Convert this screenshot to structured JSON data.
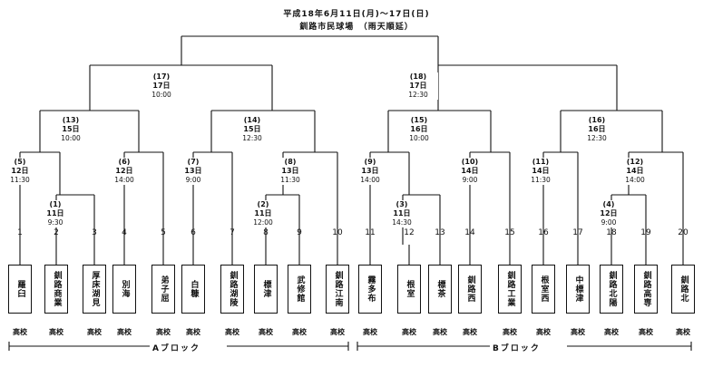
{
  "header": {
    "date_line": "平成18年6月11日(月)～17日(日)",
    "venue_line": "釧路市民球場　（雨天順延）"
  },
  "matches": [
    {
      "id": "m17",
      "no": "(17)",
      "day": "17日",
      "time": "10:00"
    },
    {
      "id": "m18",
      "no": "(18)",
      "day": "17日",
      "time": "12:30"
    },
    {
      "id": "m13",
      "no": "(13)",
      "day": "15日",
      "time": "10:00"
    },
    {
      "id": "m14",
      "no": "(14)",
      "day": "15日",
      "time": "12:30"
    },
    {
      "id": "m15",
      "no": "(15)",
      "day": "16日",
      "time": "10:00"
    },
    {
      "id": "m16",
      "no": "(16)",
      "day": "16日",
      "time": "12:30"
    },
    {
      "id": "m5",
      "no": "(5)",
      "day": "12日",
      "time": "11:30"
    },
    {
      "id": "m6",
      "no": "(6)",
      "day": "12日",
      "time": "14:00"
    },
    {
      "id": "m7",
      "no": "(7)",
      "day": "13日",
      "time": "9:00"
    },
    {
      "id": "m8",
      "no": "(8)",
      "day": "13日",
      "time": "11:30"
    },
    {
      "id": "m9",
      "no": "(9)",
      "day": "13日",
      "time": "14:00"
    },
    {
      "id": "m10",
      "no": "(10)",
      "day": "14日",
      "time": "9:00"
    },
    {
      "id": "m11",
      "no": "(11)",
      "day": "14日",
      "time": "11:30"
    },
    {
      "id": "m12",
      "no": "(12)",
      "day": "14日",
      "time": "14:00"
    },
    {
      "id": "m1",
      "no": "(1)",
      "day": "11日",
      "time": "9:30"
    },
    {
      "id": "m2",
      "no": "(2)",
      "day": "11日",
      "time": "12:00"
    },
    {
      "id": "m3",
      "no": "(3)",
      "day": "11日",
      "time": "14:30"
    },
    {
      "id": "m4",
      "no": "(4)",
      "day": "12日",
      "time": "9:00"
    }
  ],
  "teams": [
    {
      "num": "1",
      "name": "羅臼",
      "suffix": "高校"
    },
    {
      "num": "2",
      "name": "釧路商業",
      "suffix": "高校"
    },
    {
      "num": "3",
      "name": "厚床湖見",
      "suffix": "高校"
    },
    {
      "num": "4",
      "name": "別海",
      "suffix": "高校"
    },
    {
      "num": "5",
      "name": "弟子屈",
      "suffix": "高校"
    },
    {
      "num": "6",
      "name": "白糠",
      "suffix": "高校"
    },
    {
      "num": "7",
      "name": "釧路湖陵",
      "suffix": "高校"
    },
    {
      "num": "8",
      "name": "標津",
      "suffix": "高校"
    },
    {
      "num": "9",
      "name": "武修館",
      "suffix": "高校"
    },
    {
      "num": "10",
      "name": "釧路江南",
      "suffix": "高校"
    },
    {
      "num": "11",
      "name": "霧多布",
      "suffix": "高校"
    },
    {
      "num": "12",
      "name": "根室",
      "suffix": "高校"
    },
    {
      "num": "13",
      "name": "標茶",
      "suffix": "高校"
    },
    {
      "num": "14",
      "name": "釧路西",
      "suffix": "高校"
    },
    {
      "num": "15",
      "name": "釧路工業",
      "suffix": "高校"
    },
    {
      "num": "16",
      "name": "根室西",
      "suffix": "高校"
    },
    {
      "num": "17",
      "name": "中標津",
      "suffix": "高校"
    },
    {
      "num": "18",
      "name": "釧路北陽",
      "suffix": "高校"
    },
    {
      "num": "19",
      "name": "釧路高専",
      "suffix": "高校"
    },
    {
      "num": "20",
      "name": "釧路北",
      "suffix": "高校"
    }
  ],
  "blocks": {
    "a": "Aブロック",
    "b": "Bブロック"
  }
}
